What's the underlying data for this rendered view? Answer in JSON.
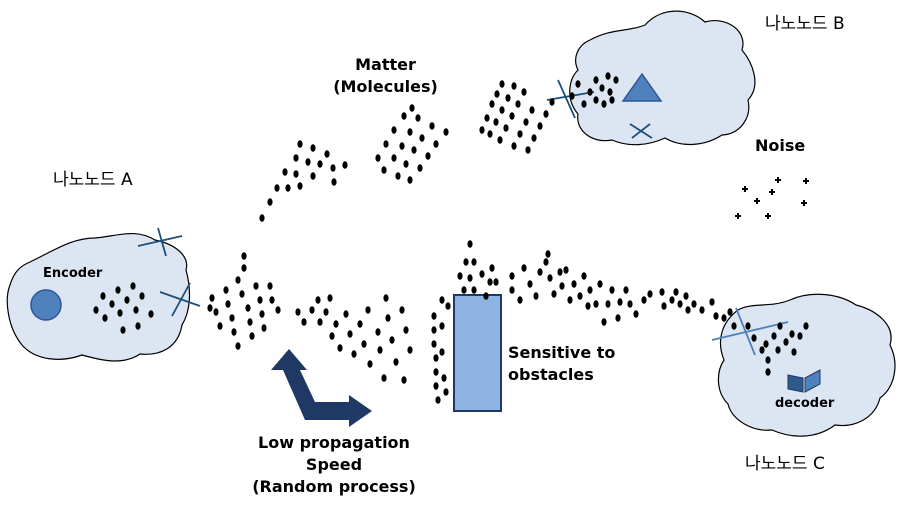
{
  "nodes": {
    "a": "나노노드 A",
    "b": "나노노드 B",
    "c": "나노노드 C"
  },
  "labels": {
    "matter_line1": "Matter",
    "matter_line2": "(Molecules)",
    "noise": "Noise",
    "encoder": "Encoder",
    "decoder": "decoder",
    "sensitive_line1": "Sensitive to",
    "sensitive_line2": "obstacles",
    "low_line1": "Low propagation",
    "low_line2": "Speed",
    "low_line3": "(Random process)"
  },
  "colors": {
    "cell_fill": "#dce6f2",
    "cell_stroke": "#000000",
    "accent": "#4f81bd",
    "obstacle_fill": "#8eb4e3",
    "arrow": "#1f3864",
    "molecule": "#000000"
  },
  "icons": {
    "encoder": "circle-icon",
    "receptor_b": "triangle-icon",
    "decoder": "open-book-icon",
    "receptor_marks": "cross-icon",
    "direction_arrow": "bent-arrow-icon"
  }
}
